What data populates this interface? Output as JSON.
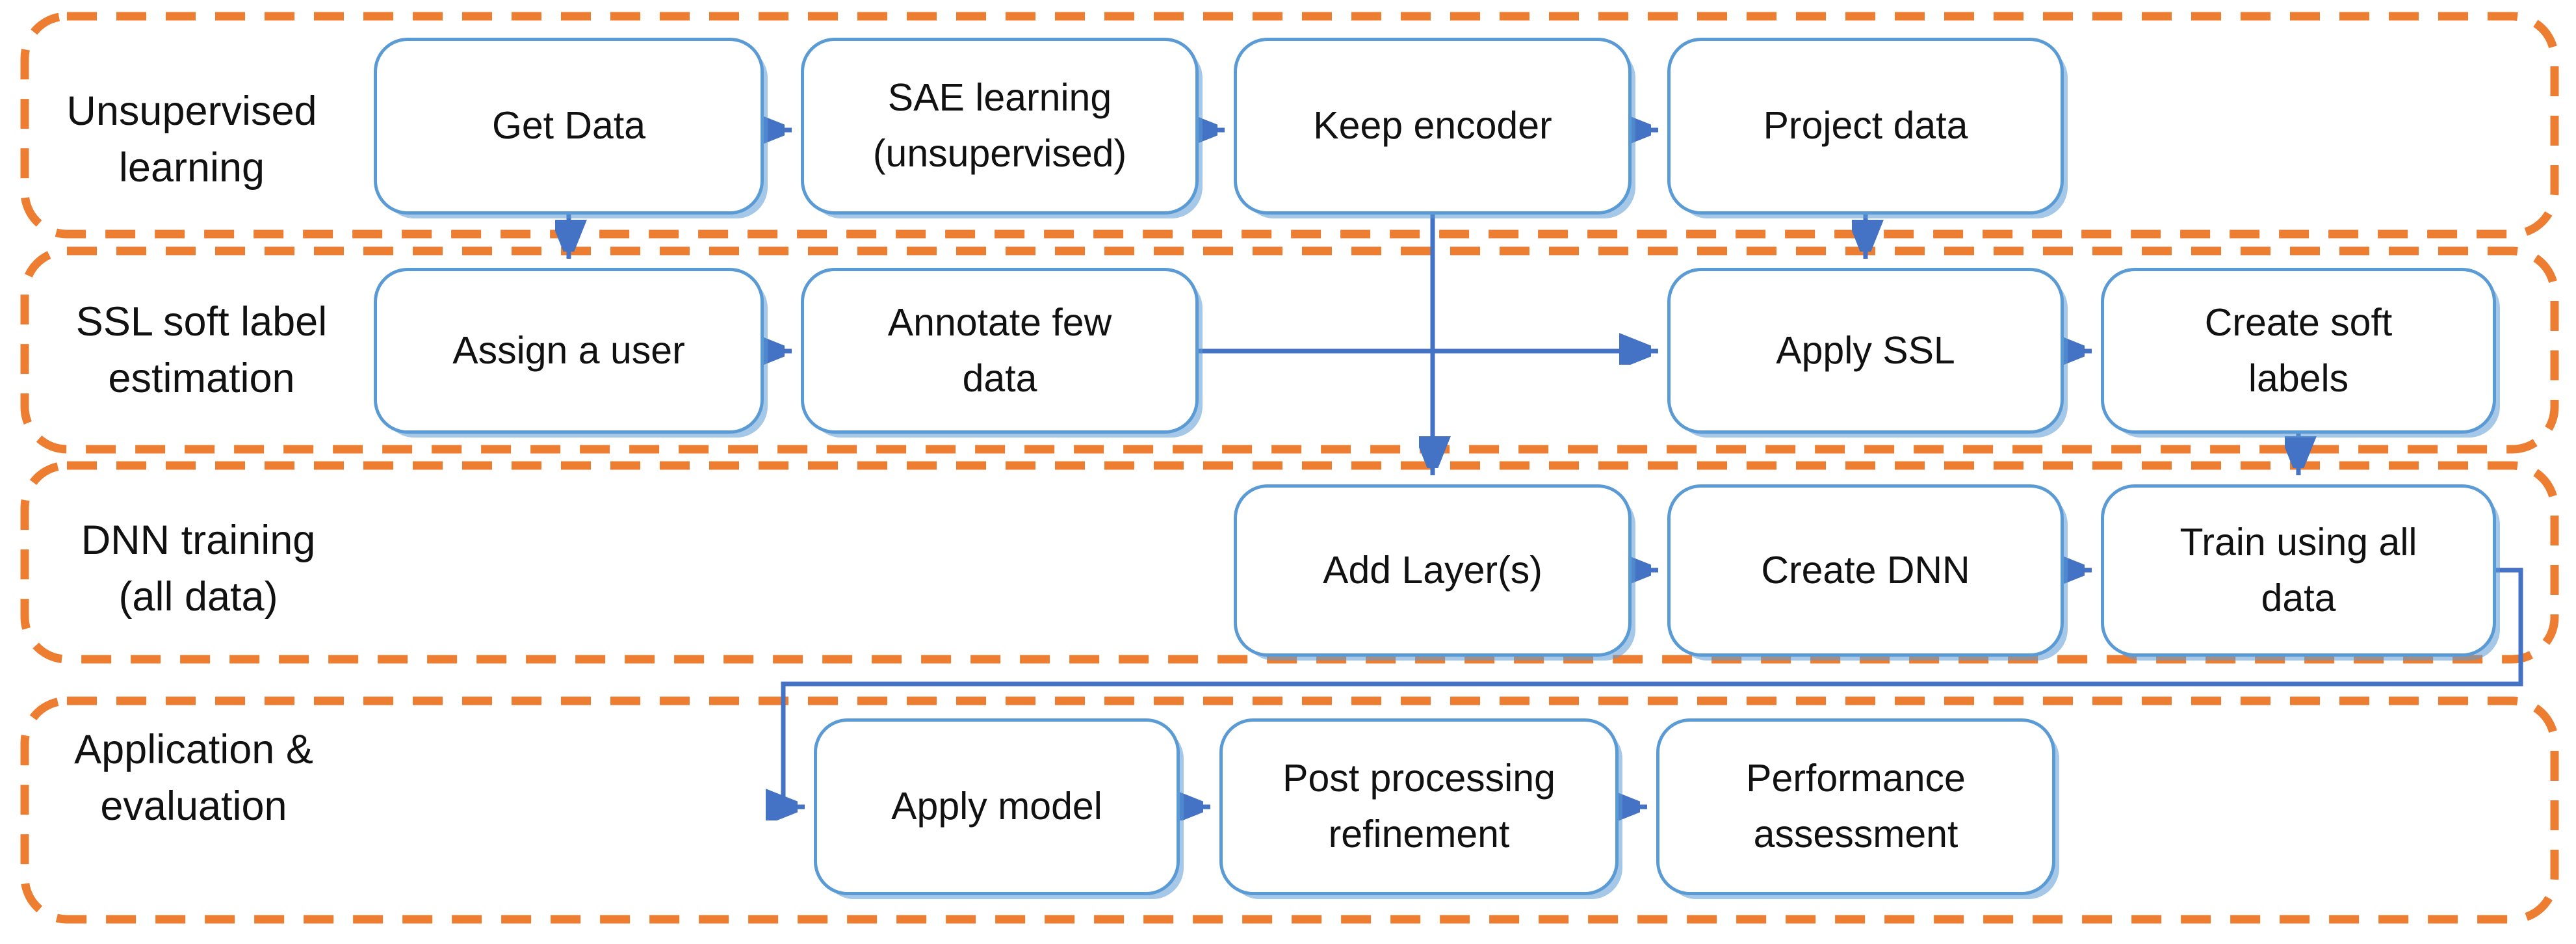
{
  "colors": {
    "lane_border": "#ED7D31",
    "box_border": "#5B9BD5",
    "connector": "#4472C4",
    "text": "#111111",
    "background": "#FFFFFF"
  },
  "diagram": {
    "lanes": [
      {
        "label": "Unsupervised learning",
        "lines": [
          "Unsupervised",
          "learning"
        ],
        "boxes": [
          {
            "label": "Get Data",
            "lines": [
              "Get Data"
            ]
          },
          {
            "label": "SAE learning (unsupervised)",
            "lines": [
              "SAE learning",
              "(unsupervised)"
            ]
          },
          {
            "label": "Keep encoder",
            "lines": [
              "Keep encoder"
            ]
          },
          {
            "label": "Project data",
            "lines": [
              "Project data"
            ]
          }
        ]
      },
      {
        "label": "SSL soft label estimation",
        "lines": [
          "SSL soft label",
          "estimation"
        ],
        "boxes": [
          {
            "label": "Assign a user",
            "lines": [
              "Assign a user"
            ]
          },
          {
            "label": "Annotate few data",
            "lines": [
              "Annotate few",
              "data"
            ]
          },
          {
            "label": "Apply SSL",
            "lines": [
              "Apply SSL"
            ]
          },
          {
            "label": "Create soft labels",
            "lines": [
              "Create soft",
              "labels"
            ]
          }
        ]
      },
      {
        "label": "DNN training (all data)",
        "lines": [
          "DNN training",
          "(all data)"
        ],
        "boxes": [
          {
            "label": "Add Layer(s)",
            "lines": [
              "Add Layer(s)"
            ]
          },
          {
            "label": "Create DNN",
            "lines": [
              "Create DNN"
            ]
          },
          {
            "label": "Train using all data",
            "lines": [
              "Train using all",
              "data"
            ]
          }
        ]
      },
      {
        "label": "Application & evaluation",
        "lines": [
          "Application &",
          "evaluation"
        ],
        "boxes": [
          {
            "label": "Apply model",
            "lines": [
              "Apply model"
            ]
          },
          {
            "label": "Post processing refinement",
            "lines": [
              "Post processing",
              "refinement"
            ]
          },
          {
            "label": "Performance assessment",
            "lines": [
              "Performance",
              "assessment"
            ]
          }
        ]
      }
    ]
  }
}
